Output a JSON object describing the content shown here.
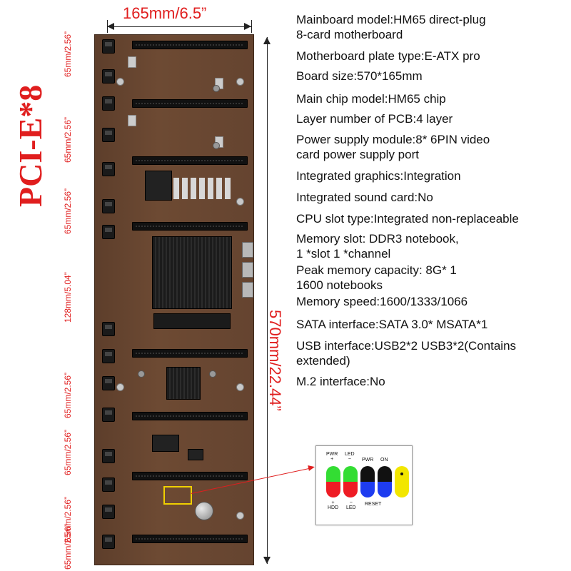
{
  "dimensions": {
    "width_label": "165mm/6.5”",
    "height_label": "570mm/22.44”",
    "pcie_label": "PCI-E*8",
    "spacing_labels": [
      "65mm/2.56”",
      "65mm/2.56”",
      "65mm/2.56”",
      "128mm/5.04”",
      "65mm/2.56”",
      "65mm/2.56”",
      "65mm/2.56”",
      "65mm/2.56”"
    ]
  },
  "specs": [
    "Mainboard model:HM65 direct-plug\n8-card motherboard",
    "Motherboard plate type:E-ATX pro",
    "Board size:570*165mm",
    "Main chip model:HM65 chip",
    "Layer number of PCB:4 layer",
    "Power supply module:8* 6PIN video\ncard power supply port",
    "Integrated graphics:Integration",
    "Integrated sound card:No",
    "CPU slot type:Integrated non-replaceable",
    "Memory slot: DDR3 notebook,\n1 *slot 1 *channel",
    "Peak memory capacity: 8G* 1\n1600 notebooks",
    "Memory speed:1600/1333/1066",
    "SATA interface:SATA 3.0* MSATA*1",
    "USB interface:USB2*2  USB3*2(Contains\nextended)",
    "M.2 interface:No"
  ],
  "panel": {
    "top_labels": {
      "pwr_plus": "PWR\n+",
      "led_minus": "LED\n−",
      "pwr": "PWR",
      "on": "ON"
    },
    "bottom_labels": {
      "hdd_plus": "+\nHDD",
      "led_minus": "−\nLED",
      "reset": "RESET"
    },
    "colors": {
      "green": "#33dd33",
      "red": "#ee1c24",
      "black": "#111111",
      "blue": "#1e3cf0",
      "yellow": "#f2e600",
      "dim_red": "#e01e1e"
    }
  }
}
